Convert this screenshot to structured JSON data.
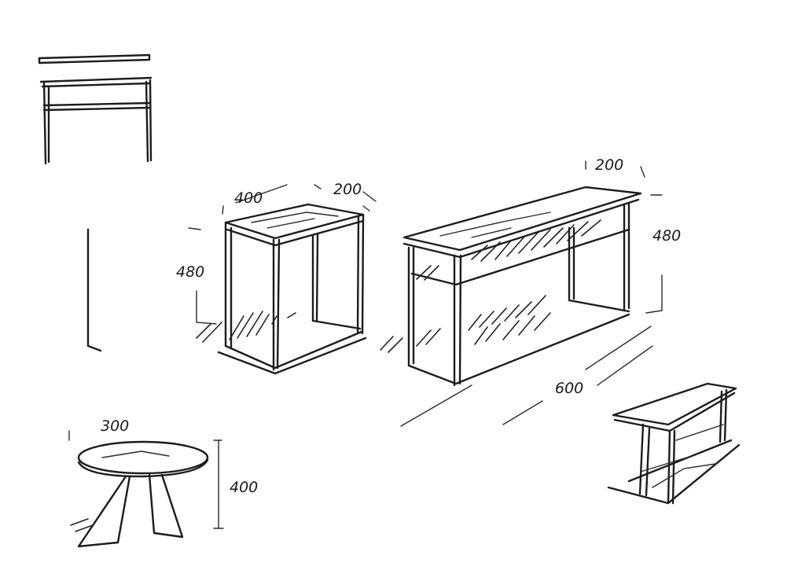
{
  "sketch": {
    "small_cabinet": {
      "width_label": "400",
      "depth_label": "200",
      "height_label": "480"
    },
    "console_table": {
      "depth_label": "200",
      "height_label": "480",
      "length_label": "600"
    },
    "round_table": {
      "diameter_label": "300",
      "height_label": "400"
    }
  }
}
